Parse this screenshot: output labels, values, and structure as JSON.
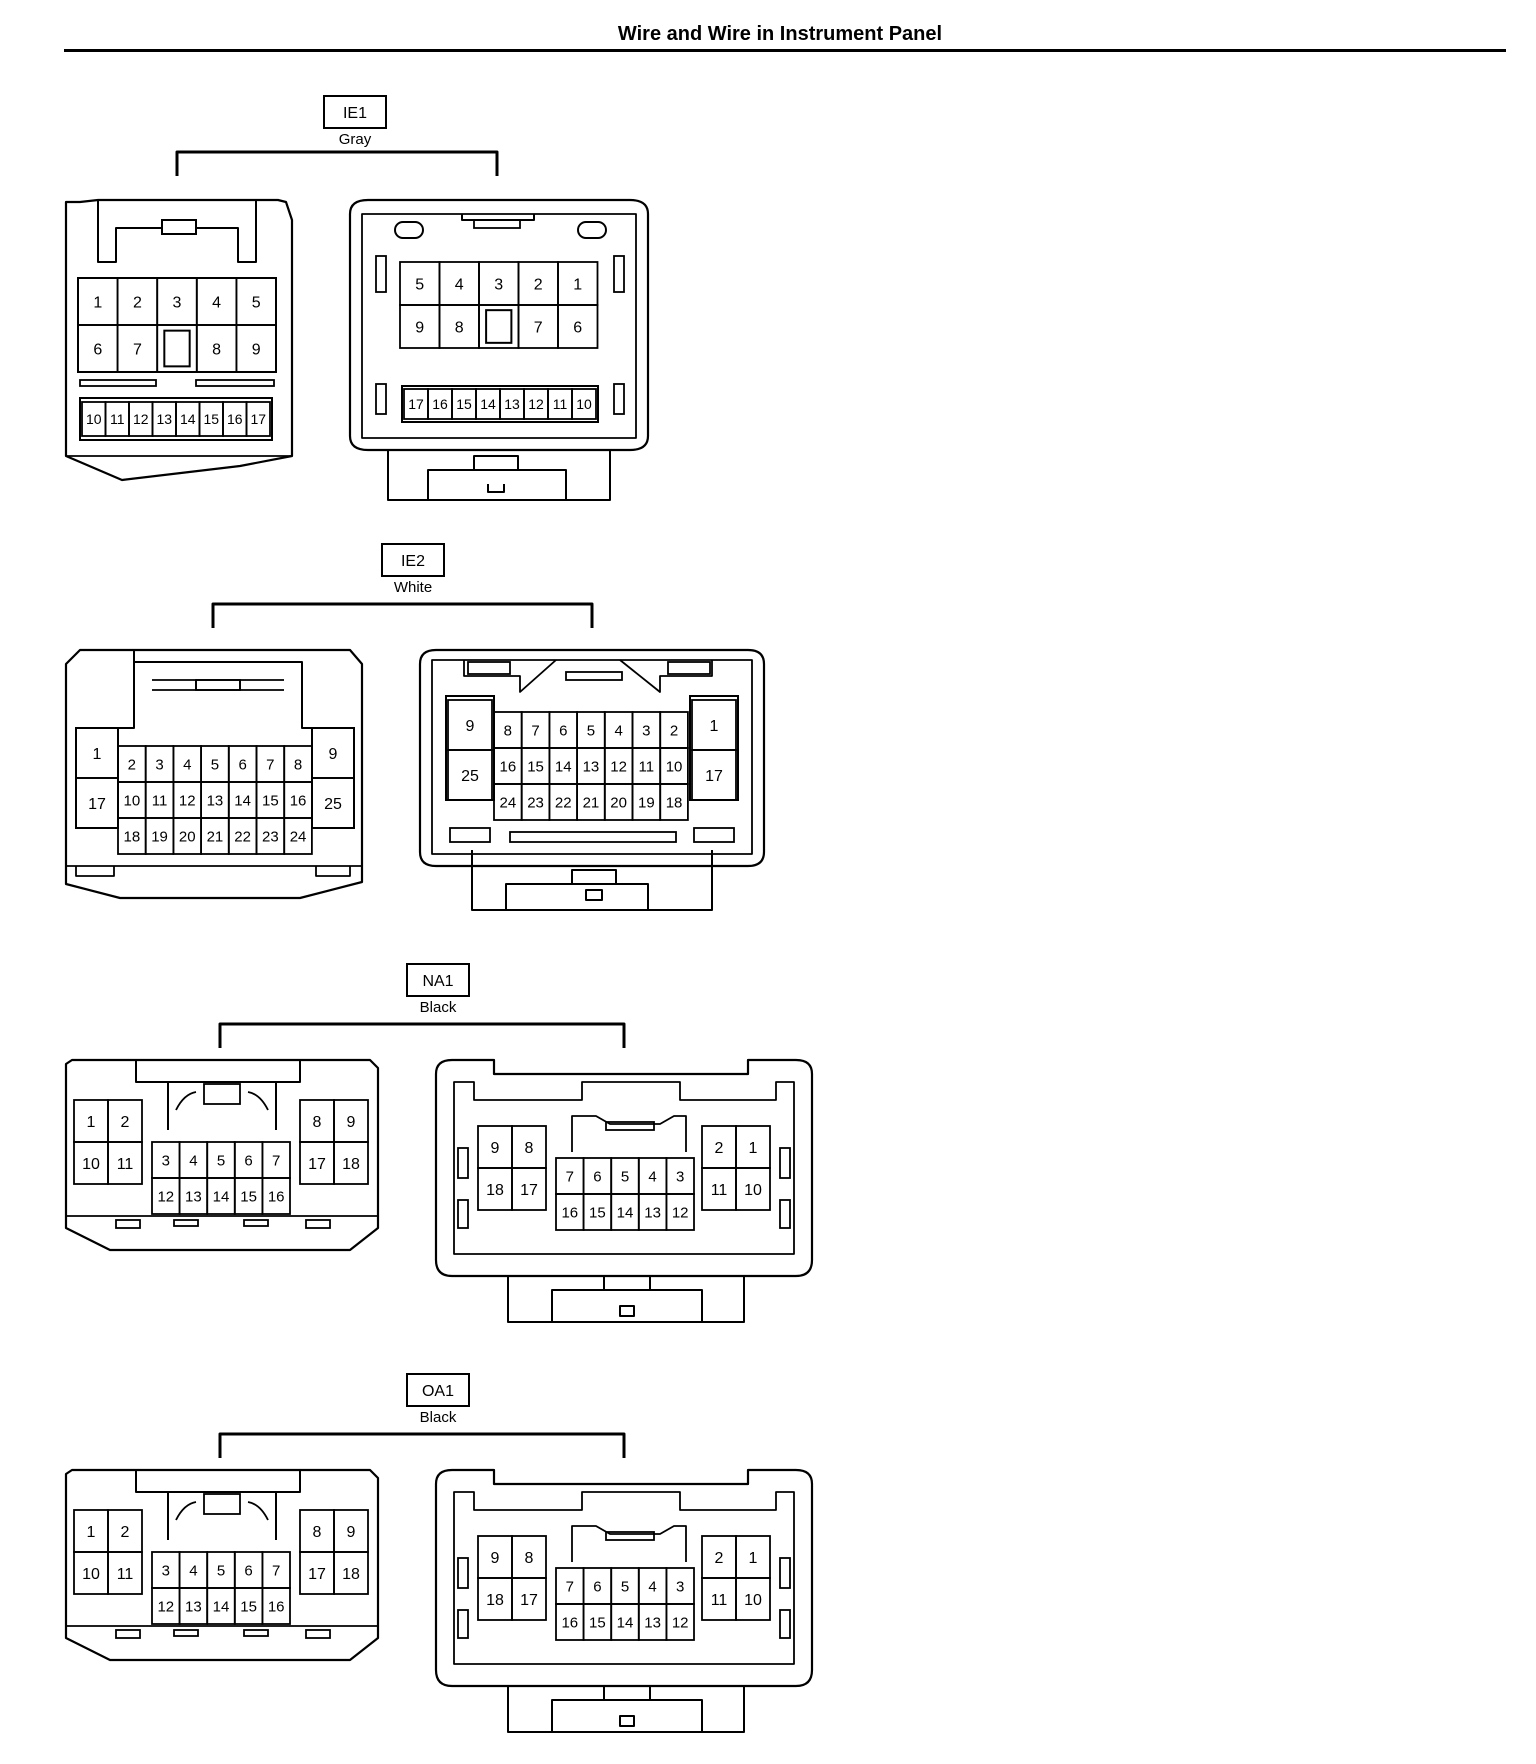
{
  "title": "Wire and Wire in Instrument Panel",
  "colors": {
    "ink": "#000000",
    "paper": "#ffffff"
  },
  "connectors": [
    {
      "code": "IE1",
      "color_label": "Gray",
      "left": {
        "top_rows": [
          [
            "1",
            "2",
            "3",
            "4",
            "5"
          ],
          [
            "6",
            "7",
            "",
            "8",
            "9"
          ]
        ],
        "small_row": [
          "10",
          "11",
          "12",
          "13",
          "14",
          "15",
          "16",
          "17"
        ]
      },
      "right": {
        "top_rows": [
          [
            "5",
            "4",
            "3",
            "2",
            "1"
          ],
          [
            "9",
            "8",
            "",
            "7",
            "6"
          ]
        ],
        "small_row": [
          "17",
          "16",
          "15",
          "14",
          "13",
          "12",
          "11",
          "10"
        ]
      }
    },
    {
      "code": "IE2",
      "color_label": "White",
      "left": {
        "side_left": [
          "1",
          "17"
        ],
        "side_right": [
          "9",
          "25"
        ],
        "rows": [
          [
            "2",
            "3",
            "4",
            "5",
            "6",
            "7",
            "8"
          ],
          [
            "10",
            "11",
            "12",
            "13",
            "14",
            "15",
            "16"
          ],
          [
            "18",
            "19",
            "20",
            "21",
            "22",
            "23",
            "24"
          ]
        ]
      },
      "right": {
        "side_left": [
          "9",
          "25"
        ],
        "side_right": [
          "1",
          "17"
        ],
        "rows": [
          [
            "8",
            "7",
            "6",
            "5",
            "4",
            "3",
            "2"
          ],
          [
            "16",
            "15",
            "14",
            "13",
            "12",
            "11",
            "10"
          ],
          [
            "24",
            "23",
            "22",
            "21",
            "20",
            "19",
            "18"
          ]
        ]
      }
    },
    {
      "code": "NA1",
      "color_label": "Black",
      "left": {
        "block_left": [
          [
            "1",
            "2"
          ],
          [
            "10",
            "11"
          ]
        ],
        "block_right": [
          [
            "8",
            "9"
          ],
          [
            "17",
            "18"
          ]
        ],
        "center": [
          [
            "3",
            "4",
            "5",
            "6",
            "7"
          ],
          [
            "12",
            "13",
            "14",
            "15",
            "16"
          ]
        ]
      },
      "right": {
        "block_left": [
          [
            "9",
            "8"
          ],
          [
            "18",
            "17"
          ]
        ],
        "block_right": [
          [
            "2",
            "1"
          ],
          [
            "11",
            "10"
          ]
        ],
        "center": [
          [
            "7",
            "6",
            "5",
            "4",
            "3"
          ],
          [
            "16",
            "15",
            "14",
            "13",
            "12"
          ]
        ]
      }
    },
    {
      "code": "OA1",
      "color_label": "Black",
      "left": {
        "block_left": [
          [
            "1",
            "2"
          ],
          [
            "10",
            "11"
          ]
        ],
        "block_right": [
          [
            "8",
            "9"
          ],
          [
            "17",
            "18"
          ]
        ],
        "center": [
          [
            "3",
            "4",
            "5",
            "6",
            "7"
          ],
          [
            "12",
            "13",
            "14",
            "15",
            "16"
          ]
        ]
      },
      "right": {
        "block_left": [
          [
            "9",
            "8"
          ],
          [
            "18",
            "17"
          ]
        ],
        "block_right": [
          [
            "2",
            "1"
          ],
          [
            "11",
            "10"
          ]
        ],
        "center": [
          [
            "7",
            "6",
            "5",
            "4",
            "3"
          ],
          [
            "16",
            "15",
            "14",
            "13",
            "12"
          ]
        ]
      }
    }
  ]
}
